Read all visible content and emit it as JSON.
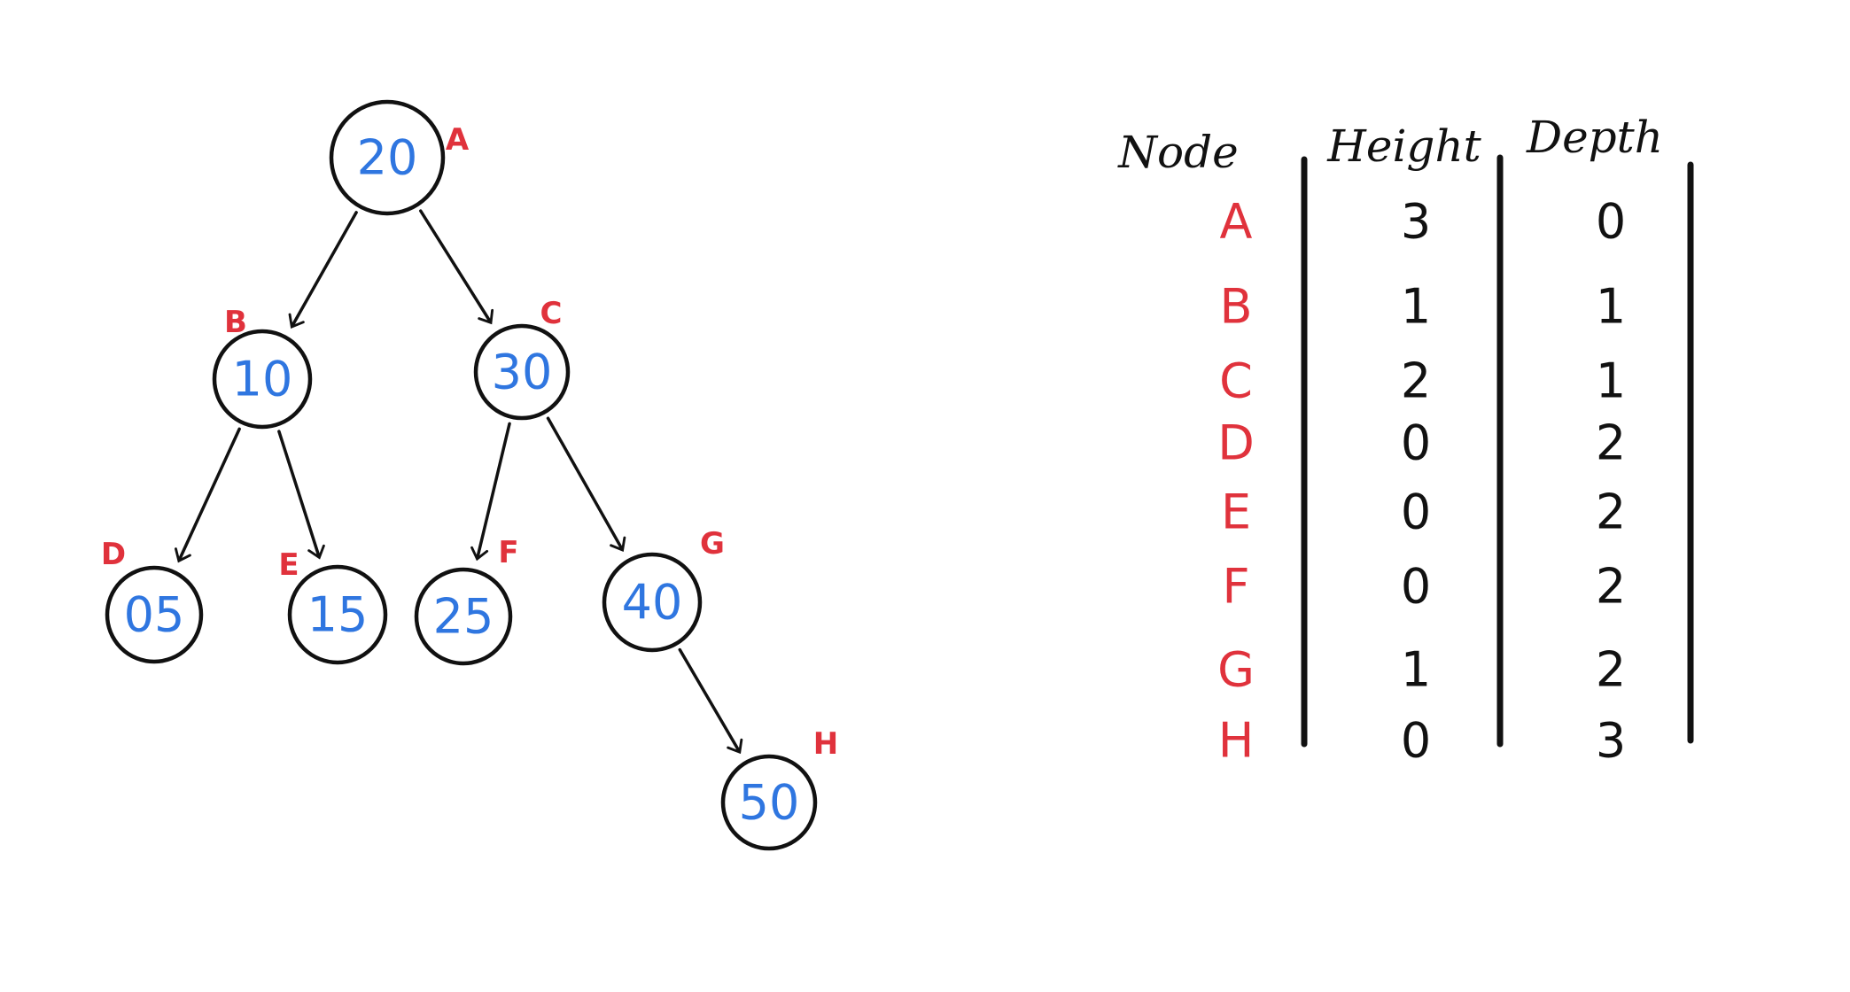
{
  "tree": {
    "nodes": [
      {
        "id": "A",
        "value": "20"
      },
      {
        "id": "B",
        "value": "10"
      },
      {
        "id": "C",
        "value": "30"
      },
      {
        "id": "D",
        "value": "05"
      },
      {
        "id": "E",
        "value": "15"
      },
      {
        "id": "F",
        "value": "25"
      },
      {
        "id": "G",
        "value": "40"
      },
      {
        "id": "H",
        "value": "50"
      }
    ],
    "edges": [
      {
        "from": "A",
        "to": "B"
      },
      {
        "from": "A",
        "to": "C"
      },
      {
        "from": "B",
        "to": "D"
      },
      {
        "from": "B",
        "to": "E"
      },
      {
        "from": "C",
        "to": "F"
      },
      {
        "from": "C",
        "to": "G"
      },
      {
        "from": "G",
        "to": "H"
      }
    ]
  },
  "table": {
    "headers": [
      "Node",
      "Height",
      "Depth"
    ],
    "rows": [
      {
        "node": "A",
        "height": "3",
        "depth": "0"
      },
      {
        "node": "B",
        "height": "1",
        "depth": "1"
      },
      {
        "node": "C",
        "height": "2",
        "depth": "1"
      },
      {
        "node": "D",
        "height": "0",
        "depth": "2"
      },
      {
        "node": "E",
        "height": "0",
        "depth": "2"
      },
      {
        "node": "F",
        "height": "0",
        "depth": "2"
      },
      {
        "node": "G",
        "height": "1",
        "depth": "2"
      },
      {
        "node": "H",
        "height": "0",
        "depth": "3"
      }
    ]
  },
  "colors": {
    "value_ink": "#2f76e0",
    "label_ink": "#e0323c",
    "line_ink": "#111111"
  }
}
